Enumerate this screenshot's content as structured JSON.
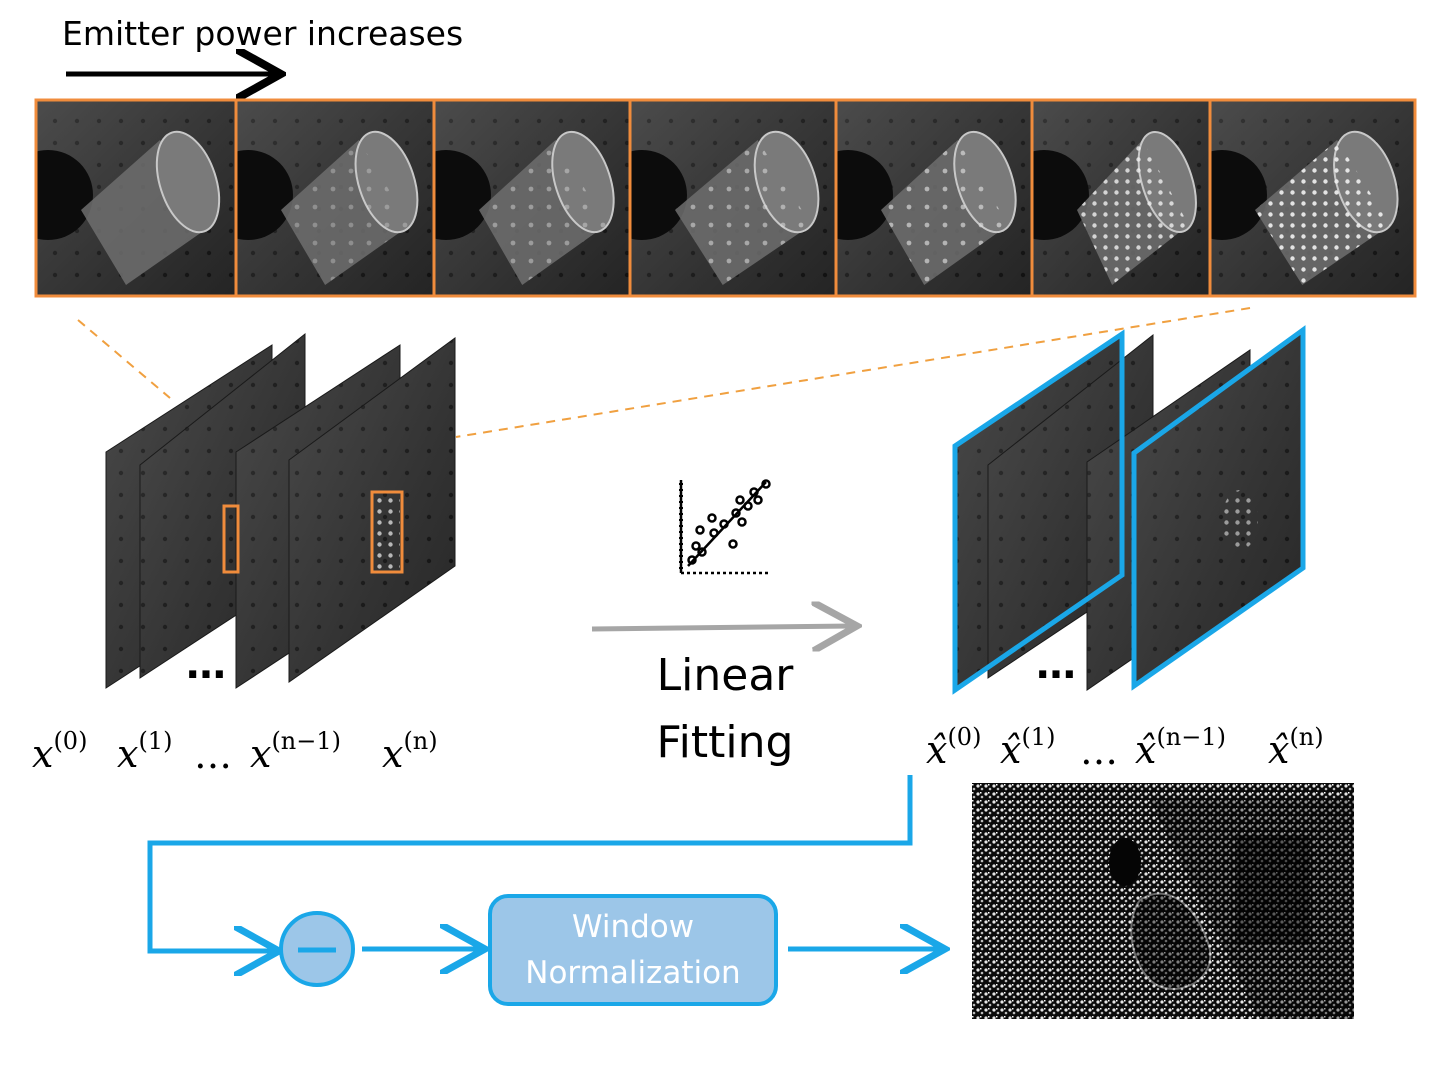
{
  "title": "Emitter power increases",
  "strip": {
    "frame_count": 7,
    "frame_color": "#f08c3c"
  },
  "left_stack": {
    "labels": [
      "x",
      "x",
      "x",
      "x"
    ],
    "sups": [
      "(0)",
      "(1)",
      "(n−1)",
      "(n)"
    ],
    "ellipsis": "…",
    "dots": "…"
  },
  "right_stack": {
    "labels": [
      "x̂",
      "x̂",
      "x̂",
      "x̂"
    ],
    "sups": [
      "(0)",
      "(1)",
      "(n−1)",
      "(n)"
    ],
    "ellipsis": "…",
    "dots": "…",
    "frame_color": "#1aa7e8"
  },
  "fitting": {
    "line1": "Linear",
    "line2": "Fitting",
    "icon": "scatter-fit-icon"
  },
  "pipeline": {
    "subtract_icon": "minus-icon",
    "box_line1": "Window",
    "box_line2": "Normalization",
    "accent": "#1aa7e8",
    "box_fill": "#9cc6e8"
  }
}
